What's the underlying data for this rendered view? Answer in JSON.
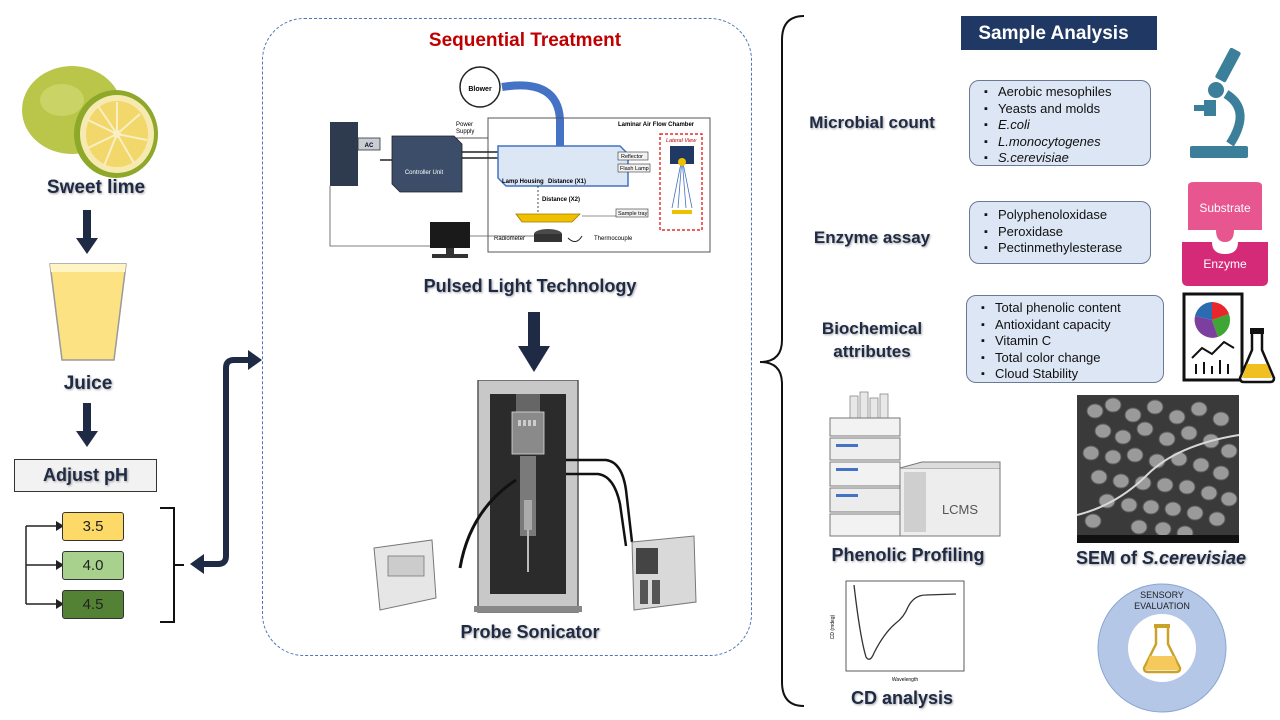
{
  "left": {
    "sweet_lime": "Sweet lime",
    "juice": "Juice",
    "adjust_ph": "Adjust pH",
    "ph_values": [
      "3.5",
      "4.0",
      "4.5"
    ]
  },
  "center": {
    "title": "Sequential Treatment",
    "pl": {
      "label": "Pulsed Light Technology",
      "blower": "Blower",
      "power_supply_1": "Power",
      "power_supply_2": "Supply",
      "ac": "AC",
      "controller": "Controller Unit",
      "chamber": "Laminar Air Flow Chamber",
      "lateral_view": "Lateral View",
      "reflector": "Reflector",
      "flash_lamp": "Flash Lamp",
      "lamp_housing": "Lamp Housing",
      "distance_x1": "Distance (X1)",
      "distance_x2": "Distance (X2)",
      "sample_tray": "Sample tray",
      "radiometer": "Radiometer",
      "thermocouple": "Thermocouple"
    },
    "sonicator_label": "Probe Sonicator"
  },
  "right": {
    "header": "Sample Analysis",
    "microbial": {
      "label": "Microbial count",
      "items": [
        "Aerobic mesophiles",
        "Yeasts and molds",
        "E.coli",
        "L.monocytogenes",
        "S.cerevisiae"
      ]
    },
    "enzyme": {
      "label": "Enzyme assay",
      "items": [
        "Polyphenoloxidase",
        "Peroxidase",
        "Pectinmethylesterase"
      ],
      "substrate": "Substrate",
      "enzyme_word": "Enzyme"
    },
    "biochem": {
      "label_1": "Biochemical",
      "label_2": "attributes",
      "items": [
        "Total phenolic content",
        "Antioxidant capacity",
        "Vitamin C",
        "Total color change",
        "Cloud Stability"
      ]
    },
    "phenolic": {
      "label": "Phenolic Profiling",
      "lcms": "LCMS"
    },
    "sem": {
      "label_prefix": "SEM of ",
      "label_italic": "S.cerevisiae"
    },
    "cd": {
      "label": "CD analysis",
      "x_axis": "Wavelength",
      "y_axis": "CD (mdeg)"
    },
    "sensory": {
      "line1": "SENSORY",
      "line2": "EVALUATION"
    }
  },
  "colors": {
    "navy": "#1f2a44",
    "header_bg": "#1f3864",
    "ph_35": "#fdd968",
    "ph_40": "#a9d18e",
    "ph_45": "#548235",
    "list_bg": "#dde6f4",
    "substrate_pink": "#e8568f",
    "enzyme_pink": "#d42a78",
    "microscope": "#3c7f9a",
    "sensory_blue": "#b4c7e7"
  }
}
